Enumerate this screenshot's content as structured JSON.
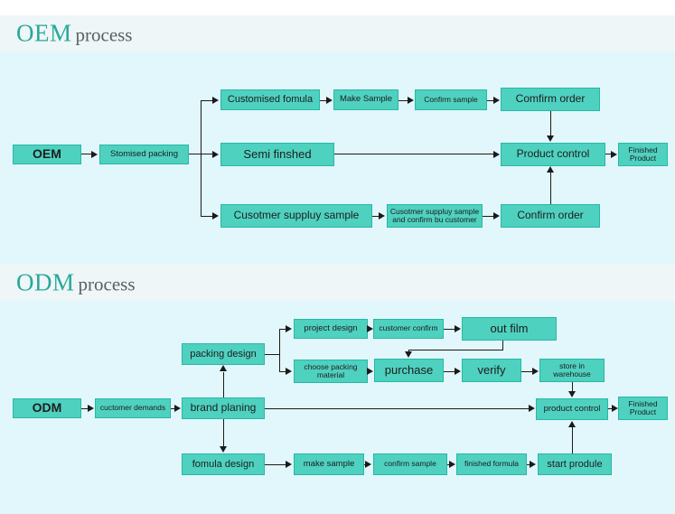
{
  "sections": [
    {
      "id": "oem",
      "title_main": "OEM",
      "title_sub": "process",
      "nodes": {
        "start": "OEM",
        "packing": "Stomised packing",
        "custom_formula": "Customised fomula",
        "make_sample": "Make Sample",
        "confirm_sample": "Confirm sample",
        "comfirm_order": "Comfirm order",
        "semi_finshed": "Semi finshed",
        "customer_supply": "Cusotmer  suppluy sample",
        "customer_supply_confirm": "Cusotmer  suppluy sample and confirm bu customer",
        "confirm_order2": "Confirm order",
        "product_control": "Product control",
        "finished_product": "Finished Product"
      }
    },
    {
      "id": "odm",
      "title_main": "ODM",
      "title_sub": "process",
      "nodes": {
        "start": "ODM",
        "customer_demands": "cuctomer demands",
        "brand_planing": "brand planing",
        "packing_design": "packing design",
        "project_design": "project design",
        "customer_confirm": "customer confirm",
        "out_film": "out film",
        "choose_packing_material": "choose packing material",
        "purchase": "purchase",
        "verify": "verify",
        "store_in_warehouse": "store in warehouse",
        "product_control": "product control",
        "finished_product": "Finished Product",
        "fomula_design": "fomula design",
        "make_sample": "make sample",
        "confirm_sample": "confirm sample",
        "finished_formula": "finished  formula",
        "start_produle": "start produle"
      }
    }
  ],
  "colors": {
    "node_fill": "#4fd1c0",
    "node_border": "#26b8a6",
    "panel_bg": "#e2f7fb",
    "header_bg": "#eef6f8",
    "title_accent": "#2aa89a",
    "title_sub": "#5a5f63"
  }
}
